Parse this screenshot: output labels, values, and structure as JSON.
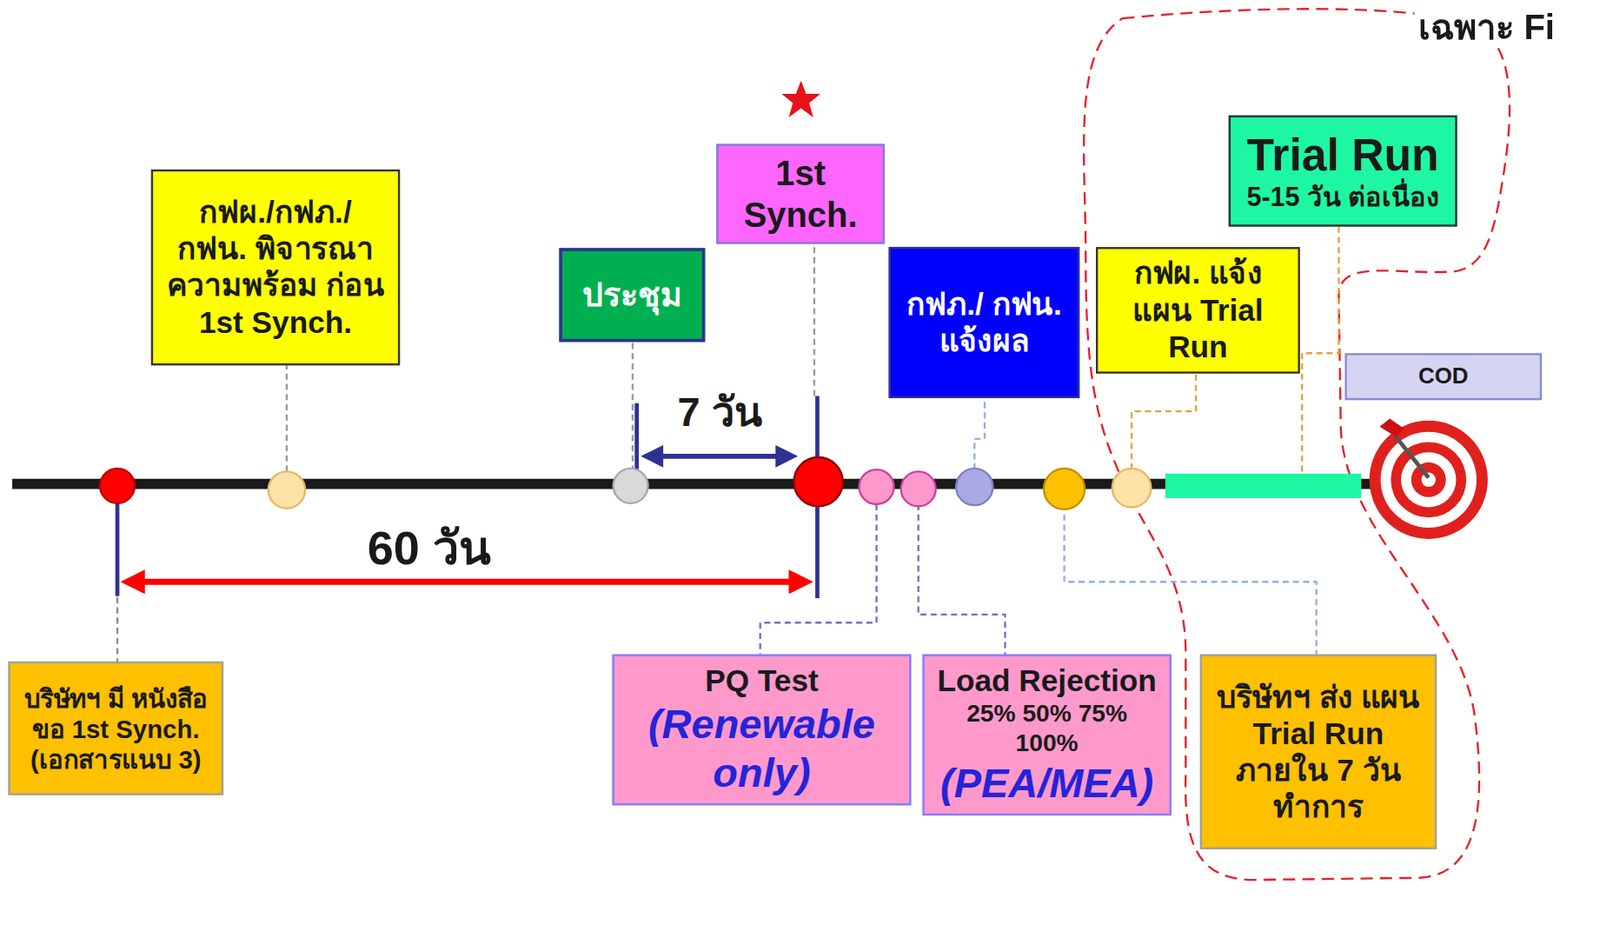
{
  "diagram": {
    "nodes": [
      {
        "text": [
          "กฟผ./กฟภ./ กฟน. พิจารณา ความพร้อม ก่อน 1st Synch."
        ]
      },
      {
        "text": [
          "ประชุม"
        ]
      },
      {
        "text": [
          "1st Synch."
        ]
      },
      {
        "text": [
          "กฟภ./ กฟน. แจ้งผล"
        ]
      },
      {
        "text": [
          "กฟผ. แจ้ง แผน Trial Run"
        ]
      },
      {
        "text": [
          "Trial Run",
          "5-15 วัน ต่อเนื่อง"
        ]
      },
      {
        "text": [
          "COD"
        ]
      },
      {
        "text": [
          "บริษัทฯ มี หนังสือ ขอ 1st Synch. (เอกสารแนบ 3)"
        ]
      },
      {
        "text": [
          "PQ Test",
          "(Renewable only)"
        ]
      },
      {
        "text": [
          "Load Rejection",
          "25% 50% 75% 100%",
          "(PEA/MEA)"
        ]
      },
      {
        "text": [
          "บริษัทฯ ส่ง แผน Trial Run ภายใน 7 วัน ทำการ"
        ]
      }
    ],
    "labels": [
      "เฉพาะ Fi",
      "7 วัน",
      "60 วัน"
    ]
  }
}
